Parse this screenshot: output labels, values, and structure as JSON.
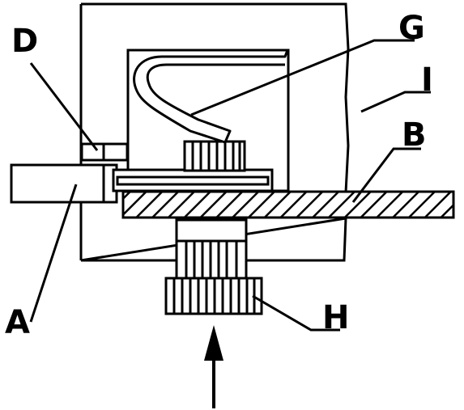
{
  "labels": {
    "A": "A",
    "B": "B",
    "D": "D",
    "G": "G",
    "H": "H",
    "I": "I"
  },
  "colors": {
    "ink": "#000000",
    "background": "#ffffff"
  }
}
